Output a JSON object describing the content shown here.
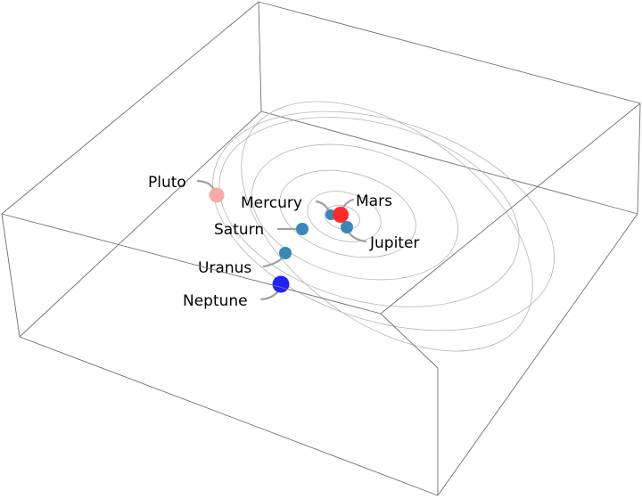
{
  "diagram": {
    "planets": [
      {
        "name": "Mercury",
        "color": "#3a87b5"
      },
      {
        "name": "Mars",
        "color": "#ff2b2b"
      },
      {
        "name": "Jupiter",
        "color": "#3a87b5"
      },
      {
        "name": "Saturn",
        "color": "#3a87b5"
      },
      {
        "name": "Uranus",
        "color": "#3a87b5"
      },
      {
        "name": "Neptune",
        "color": "#2222f5"
      },
      {
        "name": "Pluto",
        "color": "#f8aaaa"
      }
    ]
  }
}
